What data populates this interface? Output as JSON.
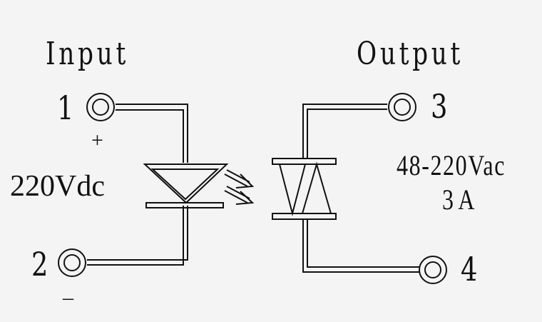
{
  "input": {
    "title": "Input",
    "pin_positive": "1",
    "pin_negative": "2",
    "plus_sign": "+",
    "minus_sign": "_",
    "voltage": "220Vdc"
  },
  "output": {
    "title": "Output",
    "pin_top": "3",
    "pin_bottom": "4",
    "voltage_range": "48-220Vac",
    "current": "3A"
  },
  "colors": {
    "line": "#111111",
    "background": "#f4f4f4"
  }
}
